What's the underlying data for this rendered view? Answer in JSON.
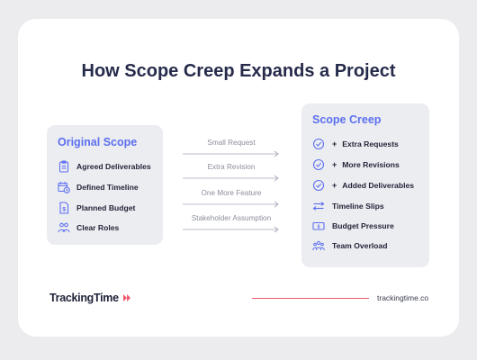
{
  "title": "How Scope Creep Expands a Project",
  "original_scope": {
    "title": "Original Scope",
    "items": [
      {
        "label": "Agreed Deliverables",
        "icon": "clipboard-icon"
      },
      {
        "label": "Defined Timeline",
        "icon": "calendar-clock-icon"
      },
      {
        "label": "Planned Budget",
        "icon": "budget-document-icon"
      },
      {
        "label": "Clear Roles",
        "icon": "people-icon"
      }
    ]
  },
  "arrows": [
    {
      "label": "Small Request"
    },
    {
      "label": "Extra Revision"
    },
    {
      "label": "One More Feature"
    },
    {
      "label": "Stakeholder Assumption"
    }
  ],
  "scope_creep": {
    "title": "Scope Creep",
    "items": [
      {
        "label": "Extra Requests",
        "icon": "check-circle-icon",
        "prefix": "+"
      },
      {
        "label": "More Revisions",
        "icon": "check-circle-icon",
        "prefix": "+"
      },
      {
        "label": "Added Deliverables",
        "icon": "check-circle-icon",
        "prefix": "+"
      },
      {
        "label": "Timeline Slips",
        "icon": "arrows-exchange-icon"
      },
      {
        "label": "Budget Pressure",
        "icon": "money-bill-icon"
      },
      {
        "label": "Team Overload",
        "icon": "team-icon"
      }
    ]
  },
  "footer": {
    "brand": "TrackingTime",
    "website": "trackingtime.co"
  },
  "colors": {
    "accent": "#5b6ff0",
    "footer_line": "#ee5b6e",
    "title": "#262b4b"
  }
}
